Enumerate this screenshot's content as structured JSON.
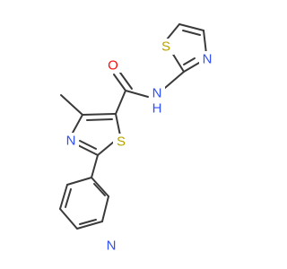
{
  "colors": {
    "background": "#ffffff",
    "bond": "#3a3a3a",
    "oxygen": "#ff0d0d",
    "nitrogen": "#3050f8",
    "sulfur": "#b8a200"
  },
  "atoms": {
    "o_carbonyl": "O",
    "n_amide": "N",
    "h_amide": "H",
    "s_thiazole_right": "S",
    "n_thiazole_right": "N",
    "n_thiazole_main": "N",
    "s_thiazole_main": "S",
    "n_pyridine": "N"
  }
}
